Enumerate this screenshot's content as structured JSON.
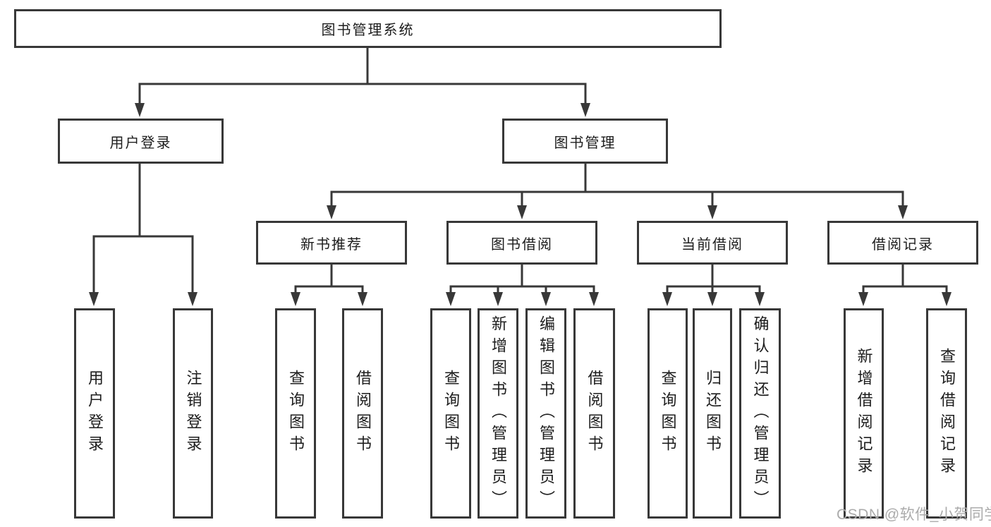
{
  "nodes": {
    "root": "图书管理系统",
    "user_login": "用户登录",
    "book_mgmt": "图书管理",
    "new_book": "新书推荐",
    "book_borrow": "图书借阅",
    "current_borrow": "当前借阅",
    "borrow_record": "借阅记录",
    "leaf_user_login": "用户登录",
    "leaf_logout": "注销登录",
    "leaf_query_1": "查询图书",
    "leaf_borrow_1": "借阅图书",
    "leaf_query_2": "查询图书",
    "leaf_add_admin": "新增图书（管理员）",
    "leaf_edit_admin": "编辑图书（管理员）",
    "leaf_borrow_2": "借阅图书",
    "leaf_query_3": "查询图书",
    "leaf_return": "归还图书",
    "leaf_confirm_return": "确认归还（管理员）",
    "leaf_add_record": "新增借阅记录",
    "leaf_query_record": "查询借阅记录"
  },
  "watermark": "CSDN @软件_小贺同学",
  "colors": {
    "line": "#383838",
    "text": "#1d1d1d",
    "watermark": "#ababab",
    "background": "#ffffff"
  }
}
